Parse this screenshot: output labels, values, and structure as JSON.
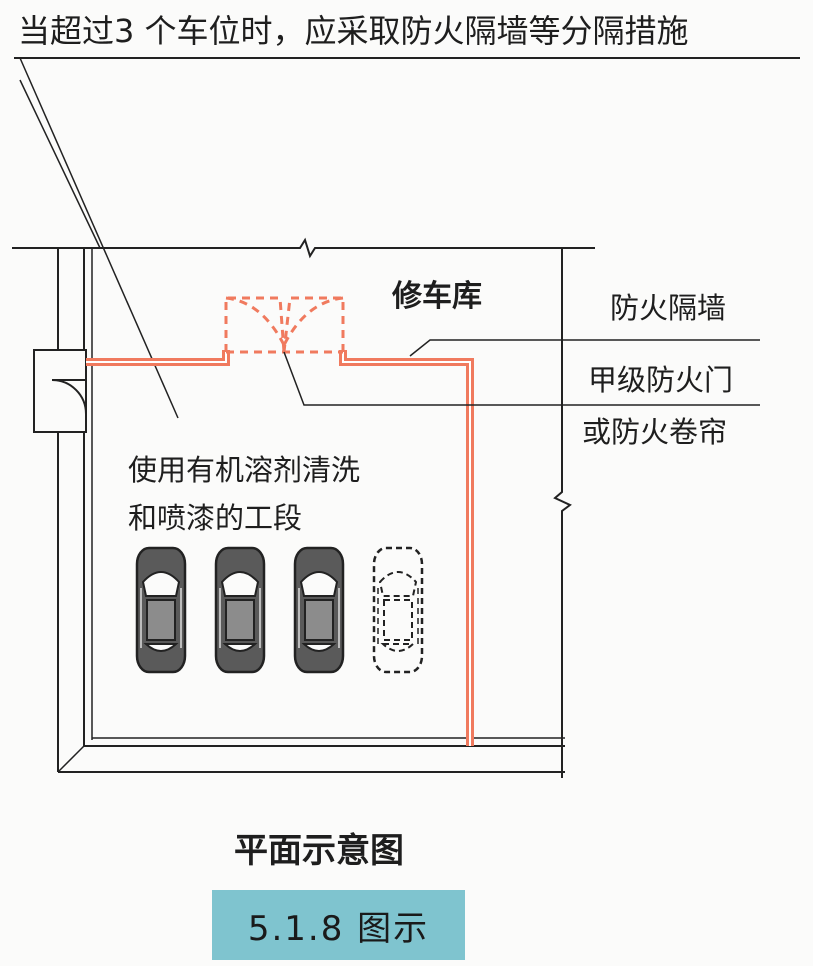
{
  "heading": "当超过3 个车位时，应采取防火隔墙等分隔措施",
  "room_label": "修车库",
  "legend": {
    "firewall": "防火隔墙",
    "door_line1": "甲级防火门",
    "door_line2": "或防火卷帘"
  },
  "zone_label_line1": "使用有机溶剂清洗",
  "zone_label_line2": "和喷漆的工段",
  "caption": "平面示意图",
  "figure_number": "5.1.8 图示",
  "colors": {
    "fire_wall": "#f07a5e",
    "wall": "#2a2a2a",
    "car_fill": "#5a5a5a",
    "caption_bg": "#7fc4cf"
  },
  "cars": [
    {
      "style": "solid"
    },
    {
      "style": "solid"
    },
    {
      "style": "solid"
    },
    {
      "style": "outline"
    }
  ]
}
